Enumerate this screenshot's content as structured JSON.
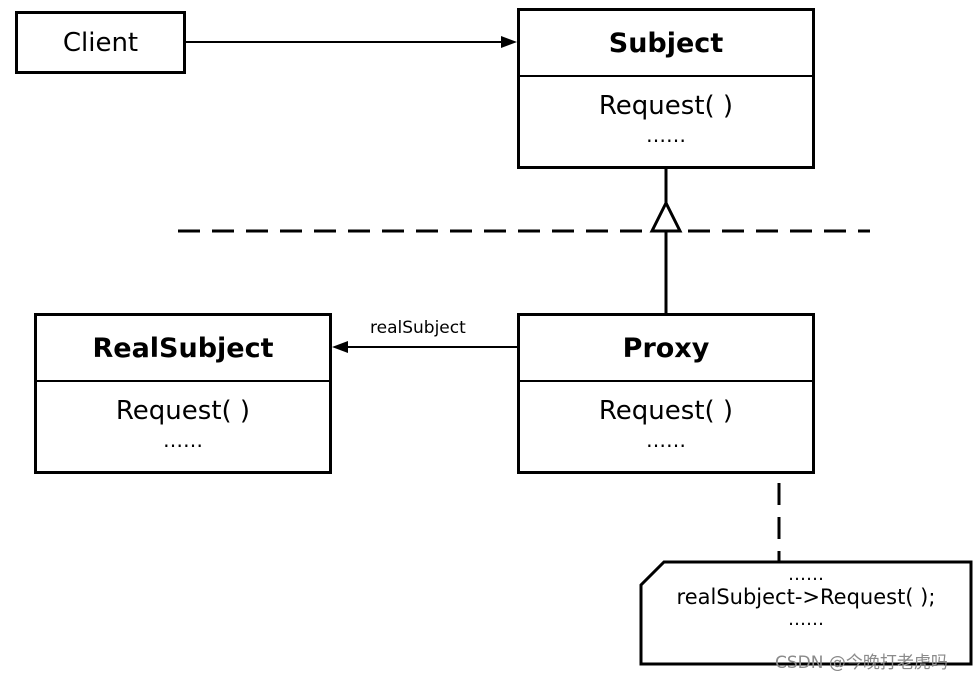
{
  "client": {
    "label": "Client"
  },
  "subject": {
    "name": "Subject",
    "methods": [
      "Request( )",
      "……"
    ]
  },
  "proxy": {
    "name": "Proxy",
    "methods": [
      "Request( )",
      "……"
    ]
  },
  "real_subject": {
    "name": "RealSubject",
    "methods": [
      "Request( )",
      "……"
    ]
  },
  "association": {
    "label": "realSubject"
  },
  "note": {
    "lines": [
      "……",
      "realSubject->Request( );",
      "……"
    ]
  },
  "watermark": "CSDN @今晚打老虎吗"
}
